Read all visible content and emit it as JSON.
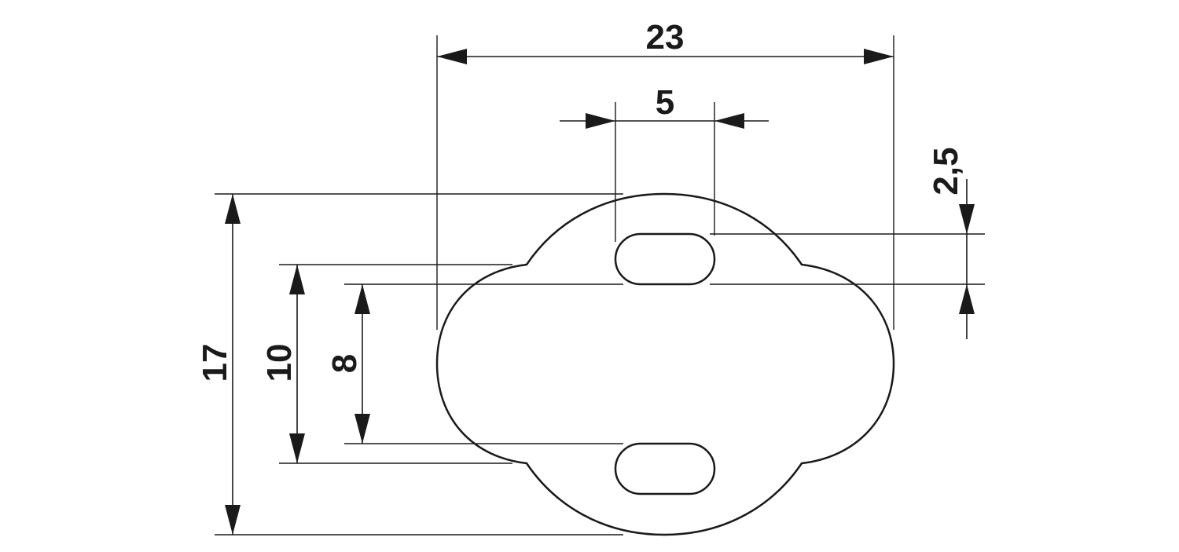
{
  "dimensions": {
    "overall_width": "23",
    "slot_length": "5",
    "slot_width": "2,5",
    "overall_height": "17",
    "lobe_height": "10",
    "slot_spacing": "8"
  },
  "colors": {
    "line": "#1a1a1a",
    "background": "#ffffff"
  }
}
